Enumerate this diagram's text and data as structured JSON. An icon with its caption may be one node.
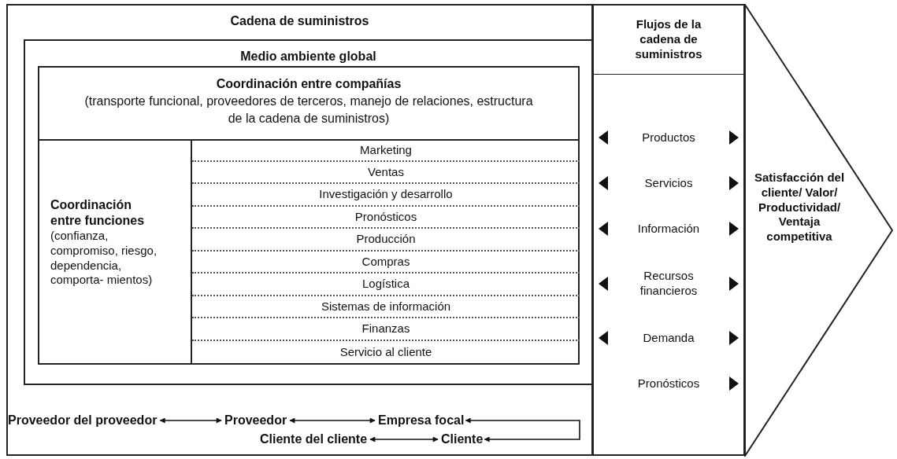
{
  "diagram": {
    "nodes": [
      {
        "text": [
          "Cadena de suministros"
        ]
      },
      {
        "text": [
          "Medio ambiente global"
        ],
        "in": 0
      },
      {
        "text": [
          "Coordinación entre compañías",
          "(transporte funcional, proveedores de terceros, manejo de relaciones, estructura de la cadena de suministros)"
        ],
        "in": 1
      },
      {
        "text": [
          "Coordinación entre funciones",
          "(confianza, compromiso, riesgo, dependencia, comporta- mientos)"
        ],
        "in": 2
      },
      {
        "text": [
          "Marketing"
        ],
        "in": 2
      },
      {
        "text": [
          "Ventas"
        ],
        "in": 2
      },
      {
        "text": [
          "Investigación y desarrollo"
        ],
        "in": 2
      },
      {
        "text": [
          "Pronósticos"
        ],
        "in": 2
      },
      {
        "text": [
          "Producción"
        ],
        "in": 2
      },
      {
        "text": [
          "Compras"
        ],
        "in": 2
      },
      {
        "text": [
          "Logística"
        ],
        "in": 2
      },
      {
        "text": [
          "Sistemas de información"
        ],
        "in": 2
      },
      {
        "text": [
          "Finanzas"
        ],
        "in": 2
      },
      {
        "text": [
          "Servicio al cliente"
        ],
        "in": 2
      },
      {
        "text": [
          "Proveedor del proveedor"
        ],
        "in": 0
      },
      {
        "text": [
          "Proveedor"
        ],
        "in": 0
      },
      {
        "text": [
          "Empresa focal"
        ],
        "in": 0
      },
      {
        "text": [
          "Cliente del cliente"
        ],
        "in": 0
      },
      {
        "text": [
          "Cliente"
        ],
        "in": 0
      },
      {
        "text": [
          "Flujos de la cadena de suministros"
        ]
      },
      {
        "text": [],
        "shape": "box"
      },
      {
        "text": [
          "Productos"
        ],
        "in": 20
      },
      {
        "text": [
          "Servicios"
        ],
        "in": 20
      },
      {
        "text": [
          "Información"
        ],
        "in": 20
      },
      {
        "text": [
          "Recursos financieros"
        ],
        "in": 20
      },
      {
        "text": [
          "Demanda"
        ],
        "in": 20
      },
      {
        "text": [
          "Pronósticos"
        ],
        "in": 20
      },
      {
        "text": [
          "Satisfacción del cliente/ Valor/ Productividad/ Ventaja competitiva"
        ]
      }
    ],
    "edges": [
      {
        "from": 14,
        "to": 15,
        "arrow": "both"
      },
      {
        "from": 15,
        "to": 16,
        "arrow": "both"
      },
      {
        "from": 17,
        "to": 18,
        "arrow": "both"
      },
      {
        "from": 16,
        "to": 18,
        "arrow": "both"
      }
    ]
  }
}
